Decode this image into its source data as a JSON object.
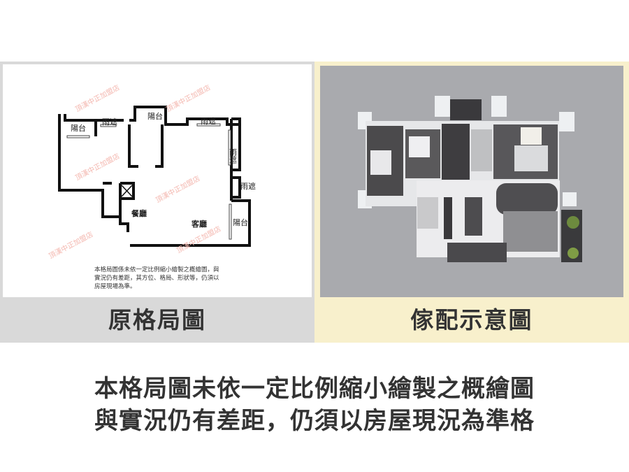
{
  "left_panel": {
    "title": "原格局圖",
    "rooms": {
      "balcony_1": "陽台",
      "balcony_2": "陽台",
      "balcony_3": "陽台",
      "canopy_1": "雨遮",
      "canopy_2": "雨遮",
      "canopy_3": "雨遮",
      "canopy_4": "雨遮",
      "dining": "餐廳",
      "living": "客廳"
    },
    "note_lines": [
      "本格局圖係未依一定比例縮小繪製之概繪圖，與",
      "實況仍有差距，其方位、格局、形狀等，仍須以",
      "房屋現場為準。"
    ],
    "watermark": "頂漢中正加盟店"
  },
  "right_panel": {
    "title": "傢配示意圖"
  },
  "caption": {
    "line1": "本格局圖未依一定比例縮小繪製之概繪圖",
    "line2": "與實況仍有差距，仍須以房屋現況為準格"
  },
  "colors": {
    "left_band": "#d9d9d9",
    "right_band": "#f8f0cc",
    "render_bg": "#a9aaae",
    "text": "#333333"
  }
}
